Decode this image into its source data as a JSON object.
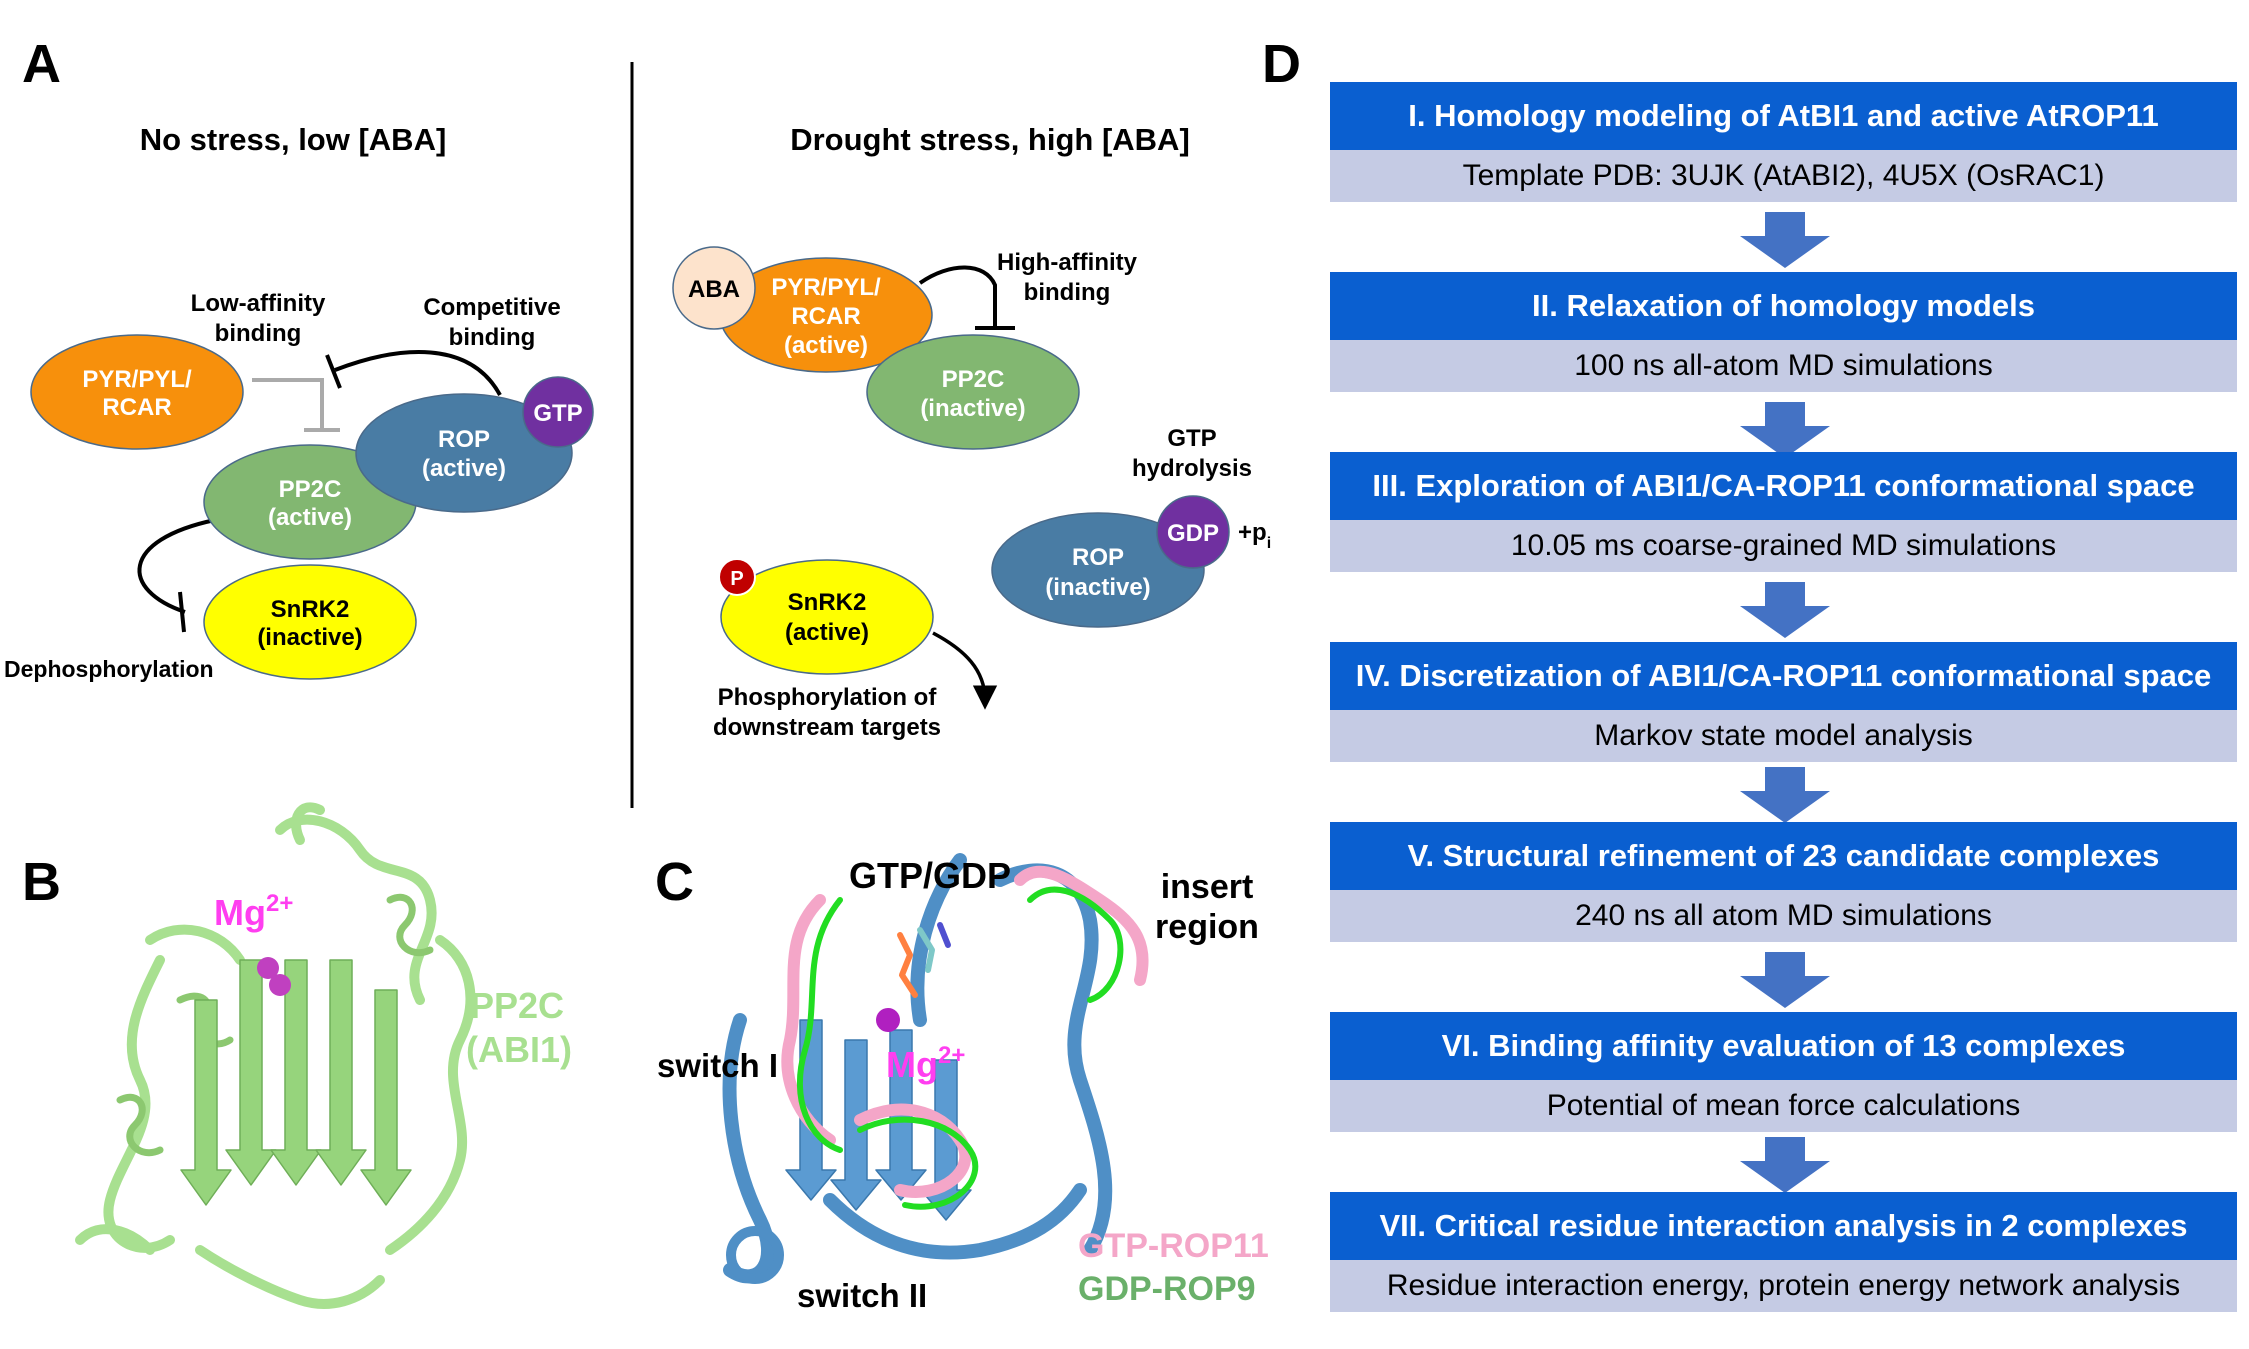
{
  "panels": {
    "a": {
      "letter": "A",
      "left_title": "No stress, low [ABA]",
      "right_title": "Drought stress, high [ABA]",
      "left": {
        "pyr": [
          "PYR/PYL/",
          "RCAR"
        ],
        "low_affinity": [
          "Low-affinity",
          "binding"
        ],
        "competitive": [
          "Competitive",
          "binding"
        ],
        "gtp": "GTP",
        "rop": [
          "ROP",
          "(active)"
        ],
        "pp2c": [
          "PP2C",
          "(active)"
        ],
        "snrk2": [
          "SnRK2",
          "(inactive)"
        ],
        "dephos": "Dephosphorylation"
      },
      "right": {
        "aba": "ABA",
        "pyr": [
          "PYR/PYL/",
          "RCAR",
          "(active)"
        ],
        "high_affinity": [
          "High-affinity",
          "binding"
        ],
        "pp2c": [
          "PP2C",
          "(inactive)"
        ],
        "gtp_hydrolysis": [
          "GTP",
          "hydrolysis"
        ],
        "gdp": "GDP",
        "pi": "+p",
        "pi_sub": "i",
        "rop": [
          "ROP",
          "(inactive)"
        ],
        "p": "P",
        "snrk2": [
          "SnRK2",
          "(active)"
        ],
        "phos": [
          "Phosphorylation of",
          "downstream targets"
        ]
      }
    },
    "b": {
      "letter": "B",
      "mg": "Mg",
      "mg_sup": "2+",
      "pp2c": [
        "PP2C",
        "(ABI1)"
      ]
    },
    "c": {
      "letter": "C",
      "gtp_gdp": "GTP/GDP",
      "insert": [
        "insert",
        "region"
      ],
      "switch1": "switch I",
      "switch2": "switch II",
      "mg": "Mg",
      "mg_sup": "2+",
      "legend1": "GTP-ROP11",
      "legend2": "GDP-ROP9"
    },
    "d": {
      "letter": "D",
      "steps": [
        {
          "title": "I. Homology modeling of AtBI1 and active AtROP11",
          "detail": "Template PDB: 3UJK (AtABI2), 4U5X (OsRAC1)"
        },
        {
          "title": "II. Relaxation of homology models",
          "detail": "100 ns all-atom MD simulations"
        },
        {
          "title": "III. Exploration of ABI1/CA-ROP11 conformational space",
          "detail": "10.05 ms coarse-grained MD simulations"
        },
        {
          "title": "IV. Discretization of ABI1/CA-ROP11 conformational space",
          "detail": "Markov state model analysis"
        },
        {
          "title": "V. Structural refinement of 23 candidate complexes",
          "detail": "240 ns all atom MD simulations"
        },
        {
          "title": "VI. Binding affinity evaluation of 13 complexes",
          "detail": "Potential of mean force calculations"
        },
        {
          "title": "VII. Critical residue interaction analysis in 2 complexes",
          "detail": "Residue interaction energy, protein energy network analysis"
        }
      ]
    }
  },
  "colors": {
    "pyr": "#f7900c",
    "rop": "#497ca4",
    "gtp": "#7030a0",
    "pp2c": "#82b771",
    "snrk2": "#ffff00",
    "aba": "#fde3cc",
    "p_badge": "#c00000",
    "step_head": "#0a5fd0",
    "step_body": "#c5cbe4",
    "flow_arrow": "#4472c4",
    "protein_green": "#a8e090",
    "mg_magenta": "#ff3ef0",
    "rop_blue": "#4f8fc6",
    "pink": "#f4a6c8",
    "bright_green": "#22dd22"
  }
}
